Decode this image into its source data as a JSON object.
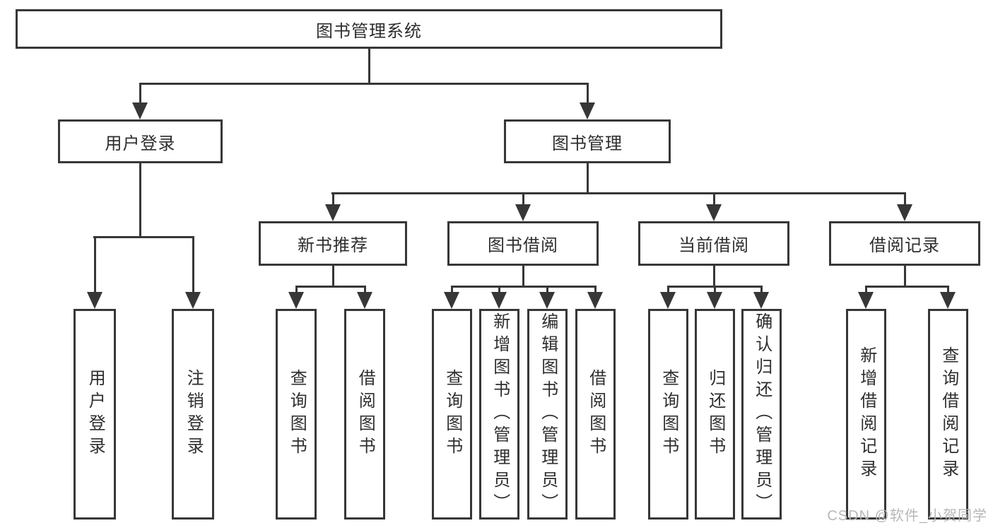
{
  "diagram": {
    "nodes": {
      "root": "图书管理系统",
      "user_login": "用户登录",
      "book_management": "图书管理",
      "new_book_recommend": "新书推荐",
      "book_borrow": "图书借阅",
      "current_borrow": "当前借阅",
      "borrow_records": "借阅记录",
      "leaf_user_login": "用户登录",
      "leaf_logout": "注销登录",
      "nb_query_books": "查询图书",
      "nb_borrow_books": "借阅图书",
      "bb_query_books": "查询图书",
      "bb_add_books": "新增图书（管理员）",
      "bb_edit_books": "编辑图书（管理员）",
      "bb_borrow_books": "借阅图书",
      "cb_query_books": "查询图书",
      "cb_return_books": "归还图书",
      "cb_confirm_return": "确认归还（管理员）",
      "br_add_record": "新增借阅记录",
      "br_query_record": "查询借阅记录"
    },
    "colors": {
      "line": "#373737",
      "text": "#2e2e2e",
      "watermark": "#b7b7b7"
    }
  },
  "watermark": {
    "text": "CSDN @软件_小贺同学"
  }
}
